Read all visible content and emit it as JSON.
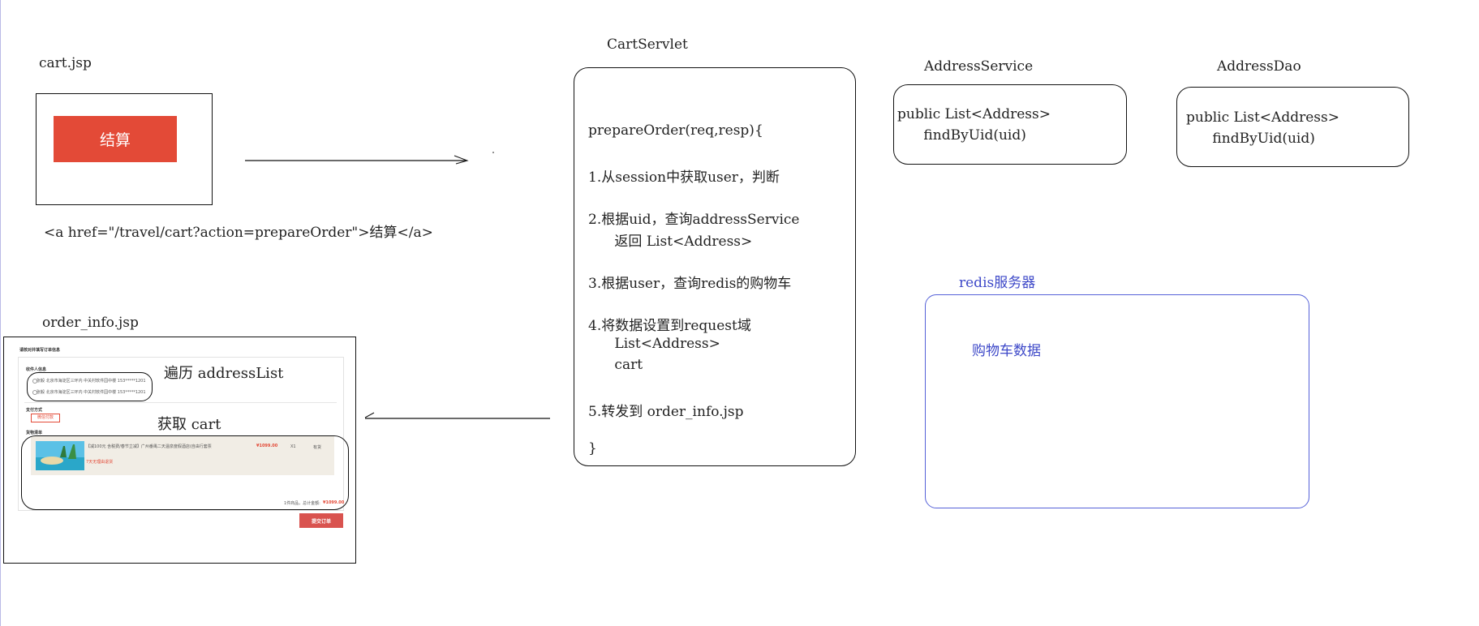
{
  "cart_jsp": {
    "title": "cart.jsp",
    "button_label": "结算",
    "link_code": "<a href=\"/travel/cart?action=prepareOrder\">结算</a>"
  },
  "order_info": {
    "title": "order_info.jsp",
    "page_heading": "请核对并填写订单信息",
    "receiver_heading": "收件人信息",
    "address_1": "张毅 北京市海淀区三环内 中关村软件园中楼 153*****1201",
    "address_2": "张毅 北京市海淀区三环内 中关村软件园中楼 153*****1201",
    "payment_heading": "支付方式",
    "payment_option": "微信付款",
    "goods_heading": "货物清单",
    "goods_name": "【减100元 含税费/春节立减】广州番禺二天温泉度假酒店(自由行套票",
    "goods_price": "¥1099.00",
    "goods_qty": "X1",
    "goods_stock": "有货",
    "goods_note": "7天无理由退货",
    "total_text": "1件商品，总计金额:",
    "total_price": "¥1099.00",
    "submit_label": "提交订单",
    "annot_address": "遍历 addressList",
    "annot_cart": "获取 cart"
  },
  "servlet": {
    "title": "CartServlet",
    "lines": [
      "prepareOrder(req,resp){",
      "1.从session中获取user，判断",
      "2.根据uid，查询addressService",
      "      返回 List<Address>",
      "3.根据user，查询redis的购物车",
      "4.将数据设置到request域",
      "      List<Address>",
      "      cart",
      "5.转发到 order_info.jsp",
      "}"
    ]
  },
  "service": {
    "title": "AddressService",
    "line1": "public List<Address>",
    "line2": "      findByUid(uid)"
  },
  "dao": {
    "title": "AddressDao",
    "line1": "public List<Address>",
    "line2": "      findByUid(uid)"
  },
  "redis": {
    "title": "redis服务器",
    "content": "购物车数据"
  },
  "colors": {
    "checkout_button": "#e34a37",
    "redis_blue": "#3d48c8",
    "submit_button": "#d9534f"
  }
}
